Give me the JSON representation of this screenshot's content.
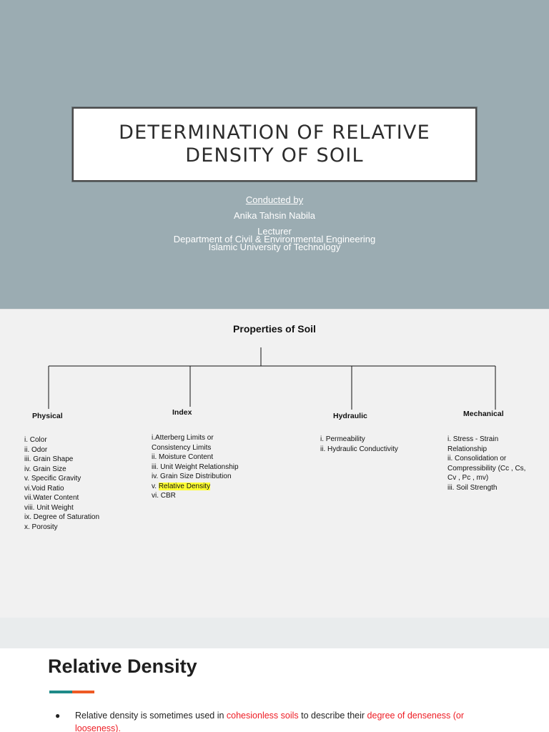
{
  "slide1": {
    "title": "DETERMINATION OF RELATIVE DENSITY OF SOIL",
    "conducted_by": "Conducted by",
    "name": "Anika Tahsin Nabila",
    "position": "Lecturer",
    "department": "Department of Civil & Environmental Engineering",
    "university": "Islamic University of Technology"
  },
  "slide2": {
    "title": "Properties of Soil",
    "categories": [
      {
        "label": "Physical",
        "items": [
          "i. Color",
          "ii. Odor",
          "iii. Grain Shape",
          "iv. Grain Size",
          "v. Specific Gravity",
          "vi.Void Ratio",
          "vii.Water Content",
          "viii. Unit Weight",
          "ix. Degree of Saturation",
          "x. Porosity"
        ]
      },
      {
        "label": "Index",
        "items": [
          "i.Atterberg Limits or",
          "Consistency Limits",
          "ii. Moisture Content",
          "iii. Unit Weight Relationship",
          "iv. Grain Size Distribution",
          "v. ",
          "vi. CBR"
        ],
        "highlight": "Relative Density"
      },
      {
        "label": "Hydraulic",
        "items": [
          "i. Permeability",
          "ii. Hydraulic Conductivity"
        ]
      },
      {
        "label": "Mechanical",
        "items": [
          "i. Stress - Strain",
          "Relationship",
          "ii. Consolidation or",
          "Compressibility (Cc , Cs,",
          "Cv , Pc , mv)",
          "iii. Soil Strength"
        ]
      }
    ]
  },
  "slide3": {
    "heading": "Relative Density",
    "bullet": {
      "part1": "Relative density is sometimes used in ",
      "red1": "cohesionless soils",
      "part2": " to describe their ",
      "red2": "degree of denseness (or looseness)."
    }
  },
  "colors": {
    "slide1_bg": "#9bacb2",
    "accent_teal": "#1e8a88",
    "accent_orange": "#ee5a24",
    "highlight": "#ffff33",
    "emphasis_red": "#ee1c24"
  }
}
